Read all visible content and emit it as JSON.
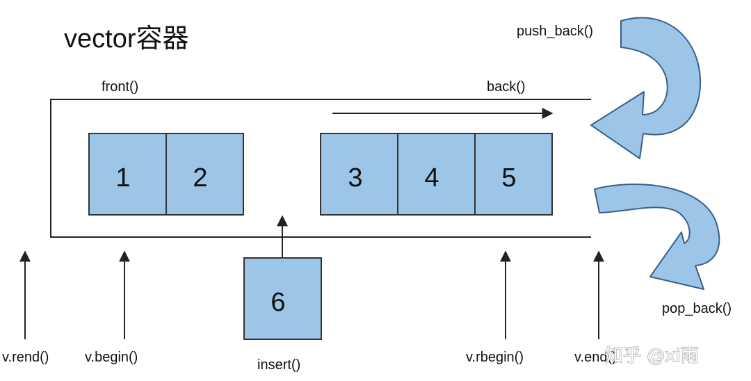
{
  "title": "vector容器",
  "labels": {
    "front": "front()",
    "back": "back()",
    "push_back": "push_back()",
    "pop_back": "pop_back()",
    "insert": "insert()",
    "rend": "v.rend()",
    "begin": "v.begin()",
    "rbegin": "v.rbegin()",
    "end": "v.end()"
  },
  "cells": {
    "left": [
      "1",
      "2"
    ],
    "right": [
      "3",
      "4",
      "5"
    ],
    "inserted": "6"
  },
  "watermark": "知乎 @xi雨",
  "colors": {
    "cell_fill": "#9cc5e8",
    "arrow_stroke": "#3a5f86"
  }
}
